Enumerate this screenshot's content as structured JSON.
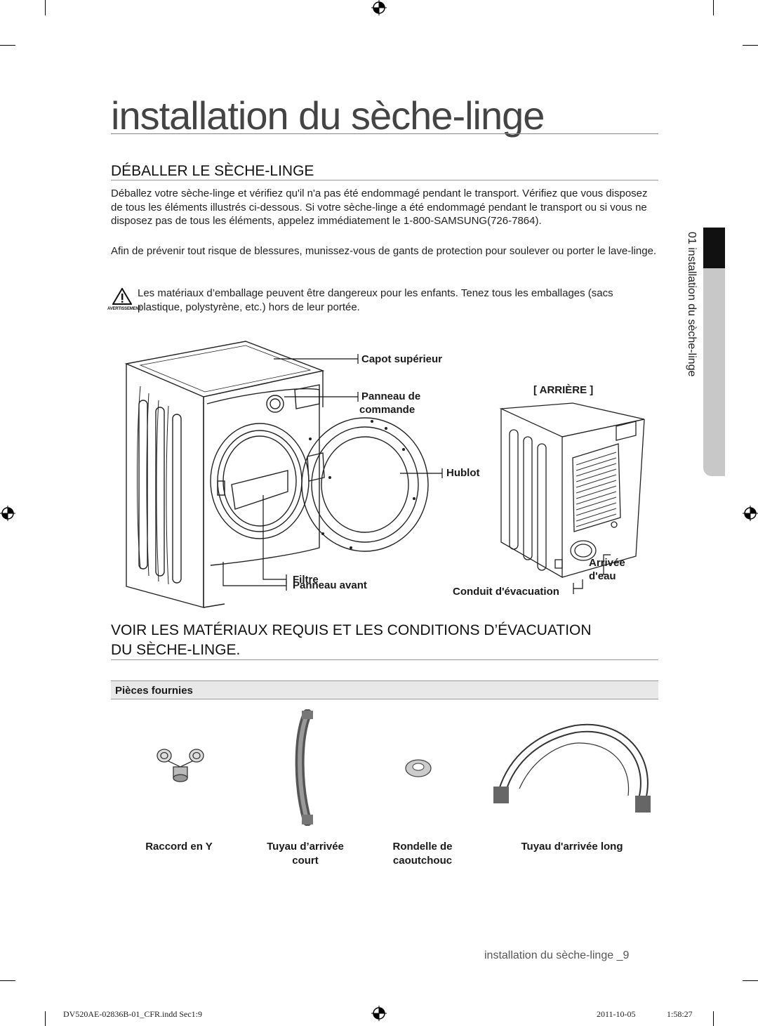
{
  "page": {
    "title": "installation du sèche-linge"
  },
  "section1": {
    "heading": "DÉBALLER LE SÈCHE-LINGE",
    "paragraph1": "Déballez votre sèche-linge et vérifiez qu'il n'a pas été endommagé pendant le transport. Vérifiez que vous disposez de tous les éléments illustrés ci-dessous. Si votre sèche-linge a été endommagé pendant le transport ou si vous ne disposez pas de tous les éléments, appelez immédiatement le 1-800-SAMSUNG(726-7864).",
    "paragraph2": "Afin de prévenir tout risque de blessures, munissez-vous de gants de protection pour soulever ou porter le lave-linge.",
    "warning_label": "AVERTISSEMENT",
    "warning_text": "Les matériaux d’emballage peuvent être dangereux pour les enfants. Tenez tous les emballages (sacs plastique, polystyrène, etc.) hors de leur portée."
  },
  "diagram": {
    "labels": {
      "top_cover": "Capot supérieur",
      "control_panel_line1": "Panneau de",
      "control_panel_line2": "commande",
      "rear": "[ ARRIÈRE ]",
      "door": "Hublot",
      "filter": "Filtre",
      "front_panel": "Panneau avant",
      "exhaust": "Conduit d'évacuation",
      "water_inlet_line1": "Arrivée",
      "water_inlet_line2": "d'eau"
    }
  },
  "section2": {
    "heading_line1": "VOIR LES MATÉRIAUX REQUIS ET LES CONDITIONS D’ÉVACUATION",
    "heading_line2": "DU SÈCHE-LINGE.",
    "parts_header": "Pièces fournies",
    "parts": [
      {
        "line1": "Raccord en Y",
        "line2": ""
      },
      {
        "line1": "Tuyau d’arrivée",
        "line2": "court"
      },
      {
        "line1": "Rondelle de",
        "line2": "caoutchouc"
      },
      {
        "line1": "Tuyau d'arrivée long",
        "line2": ""
      }
    ]
  },
  "sidebar": {
    "chapter": "01 installation du sèche-linge"
  },
  "footer": {
    "page_label": "installation du sèche-linge _9",
    "file_info": "DV520AE-02836B-01_CFR.indd   Sec1:9",
    "date": "2011-10-05",
    "time": "1:58:27"
  }
}
